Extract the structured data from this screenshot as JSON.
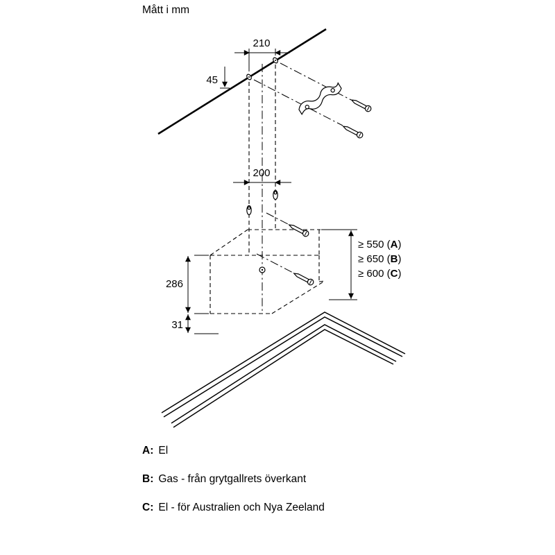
{
  "title": "Mått i mm",
  "dimensions": {
    "top_width": "210",
    "wall_offset": "45",
    "bracket_spacing": "200",
    "hood_height": "286",
    "bottom_offset": "31"
  },
  "clearances": [
    {
      "prefix": "≥ 550 (",
      "letter": "A",
      "suffix": ")"
    },
    {
      "prefix": "≥ 650 (",
      "letter": "B",
      "suffix": ")"
    },
    {
      "prefix": "≥ 600 (",
      "letter": "C",
      "suffix": ")"
    }
  ],
  "legend": [
    {
      "key": "A:",
      "text": "El"
    },
    {
      "key": "B:",
      "text": "Gas - från grytgallrets överkant"
    },
    {
      "key": "C:",
      "text": "El - för Australien och Nya Zeeland"
    }
  ]
}
